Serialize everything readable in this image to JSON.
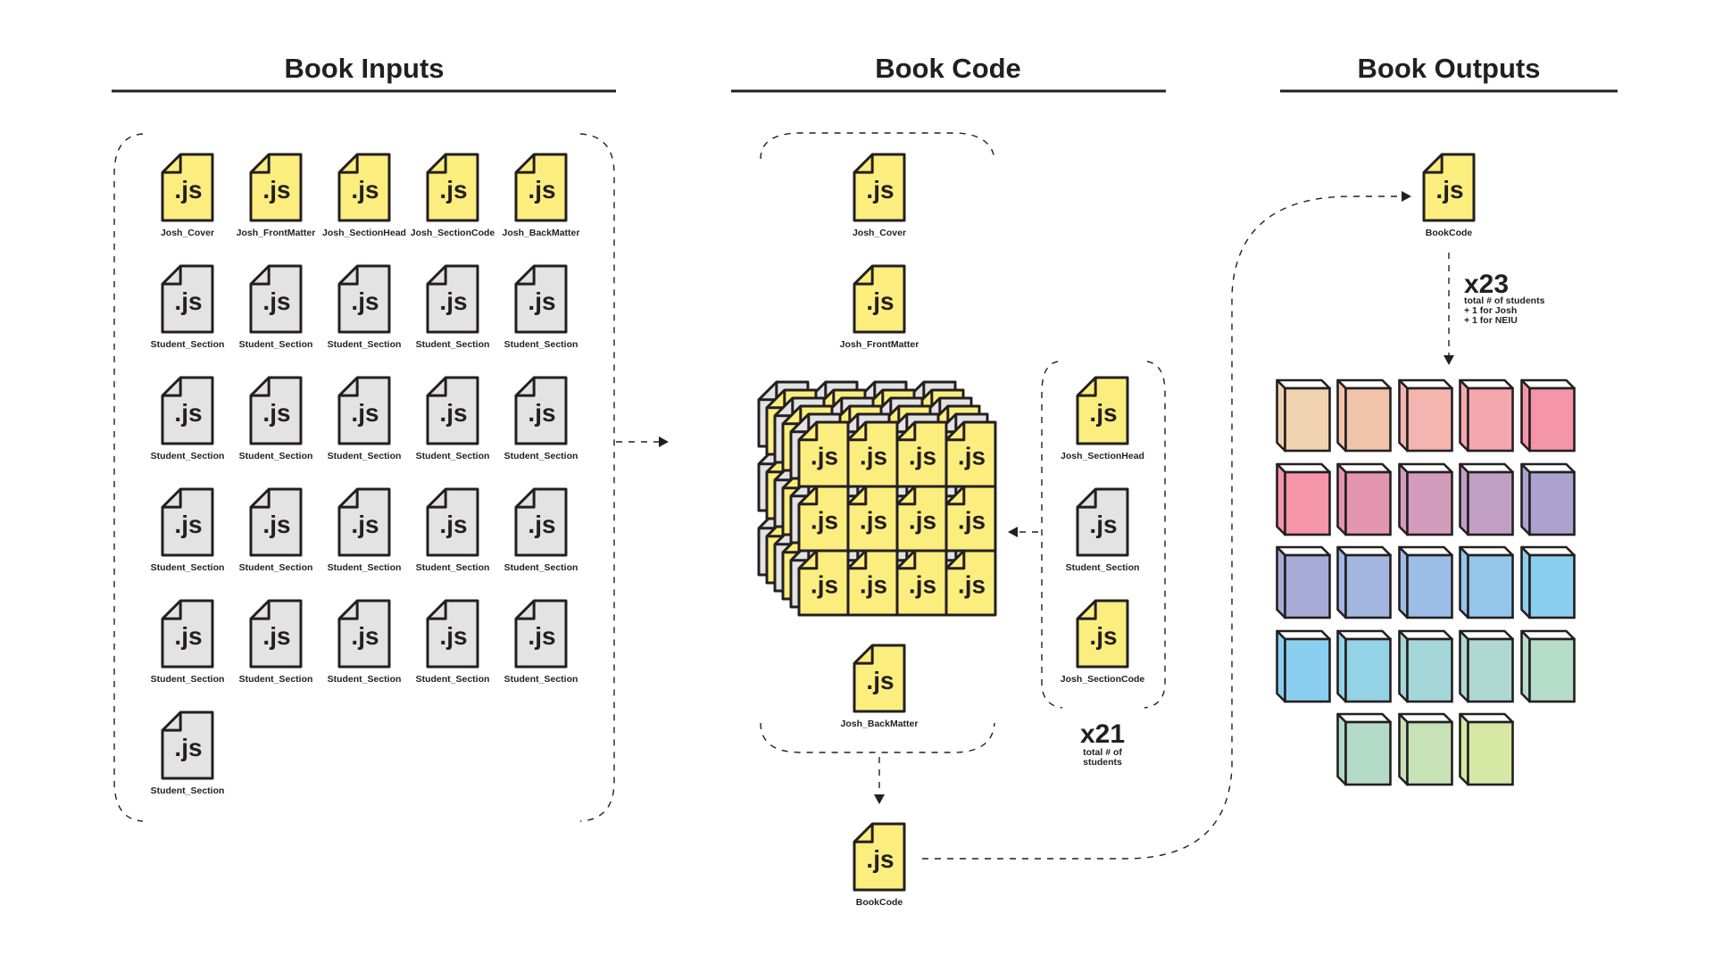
{
  "colors": {
    "ink": "#231f20",
    "file_yellow": "#fbee7f",
    "file_gray": "#e3e3e3",
    "file_ext": ".js"
  },
  "sections": {
    "inputs": {
      "title": "Book Inputs"
    },
    "code": {
      "title": "Book Code"
    },
    "outputs": {
      "title": "Book Outputs"
    }
  },
  "inputs": {
    "files": [
      {
        "label": "Josh_Cover",
        "type": "josh"
      },
      {
        "label": "Josh_FrontMatter",
        "type": "josh"
      },
      {
        "label": "Josh_SectionHead",
        "type": "josh"
      },
      {
        "label": "Josh_SectionCode",
        "type": "josh"
      },
      {
        "label": "Josh_BackMatter",
        "type": "josh"
      },
      {
        "label": "Student_Section",
        "type": "student"
      },
      {
        "label": "Student_Section",
        "type": "student"
      },
      {
        "label": "Student_Section",
        "type": "student"
      },
      {
        "label": "Student_Section",
        "type": "student"
      },
      {
        "label": "Student_Section",
        "type": "student"
      },
      {
        "label": "Student_Section",
        "type": "student"
      },
      {
        "label": "Student_Section",
        "type": "student"
      },
      {
        "label": "Student_Section",
        "type": "student"
      },
      {
        "label": "Student_Section",
        "type": "student"
      },
      {
        "label": "Student_Section",
        "type": "student"
      },
      {
        "label": "Student_Section",
        "type": "student"
      },
      {
        "label": "Student_Section",
        "type": "student"
      },
      {
        "label": "Student_Section",
        "type": "student"
      },
      {
        "label": "Student_Section",
        "type": "student"
      },
      {
        "label": "Student_Section",
        "type": "student"
      },
      {
        "label": "Student_Section",
        "type": "student"
      },
      {
        "label": "Student_Section",
        "type": "student"
      },
      {
        "label": "Student_Section",
        "type": "student"
      },
      {
        "label": "Student_Section",
        "type": "student"
      },
      {
        "label": "Student_Section",
        "type": "student"
      },
      {
        "label": "Student_Section",
        "type": "student"
      }
    ]
  },
  "code": {
    "main_files": [
      {
        "label": "Josh_Cover",
        "type": "josh"
      },
      {
        "label": "Josh_FrontMatter",
        "type": "josh"
      },
      {
        "label": "Josh_BackMatter",
        "type": "josh"
      }
    ],
    "stack": {
      "columns": 4,
      "rows": 3,
      "layers": 6
    },
    "section_group": {
      "files": [
        {
          "label": "Josh_SectionHead",
          "type": "josh"
        },
        {
          "label": "Student_Section",
          "type": "student"
        },
        {
          "label": "Josh_SectionCode",
          "type": "josh"
        }
      ],
      "multiplier": "x21",
      "note_lines": [
        "total # of",
        "students"
      ]
    },
    "result": {
      "label": "BookCode",
      "type": "josh"
    }
  },
  "outputs": {
    "source": {
      "label": "BookCode",
      "type": "josh"
    },
    "multiplier": "x23",
    "note_lines": [
      "total # of students",
      "+ 1 for Josh",
      "+ 1 for NEIU"
    ],
    "book_count": 23,
    "book_colors": [
      "#efd3b0",
      "#f1c3ab",
      "#f4b5b0",
      "#f4a7ad",
      "#f495a8",
      "#f495a8",
      "#e495b0",
      "#d29cbd",
      "#c19fc5",
      "#aba2cf",
      "#a9abd7",
      "#a3b6e0",
      "#9bbde6",
      "#93c6ea",
      "#8bcff0",
      "#8bcff0",
      "#94d2e6",
      "#a5d6da",
      "#b0d8d2",
      "#b6dcca",
      "#b3dbc8",
      "#c8e2b8",
      "#d7e7a4"
    ]
  }
}
